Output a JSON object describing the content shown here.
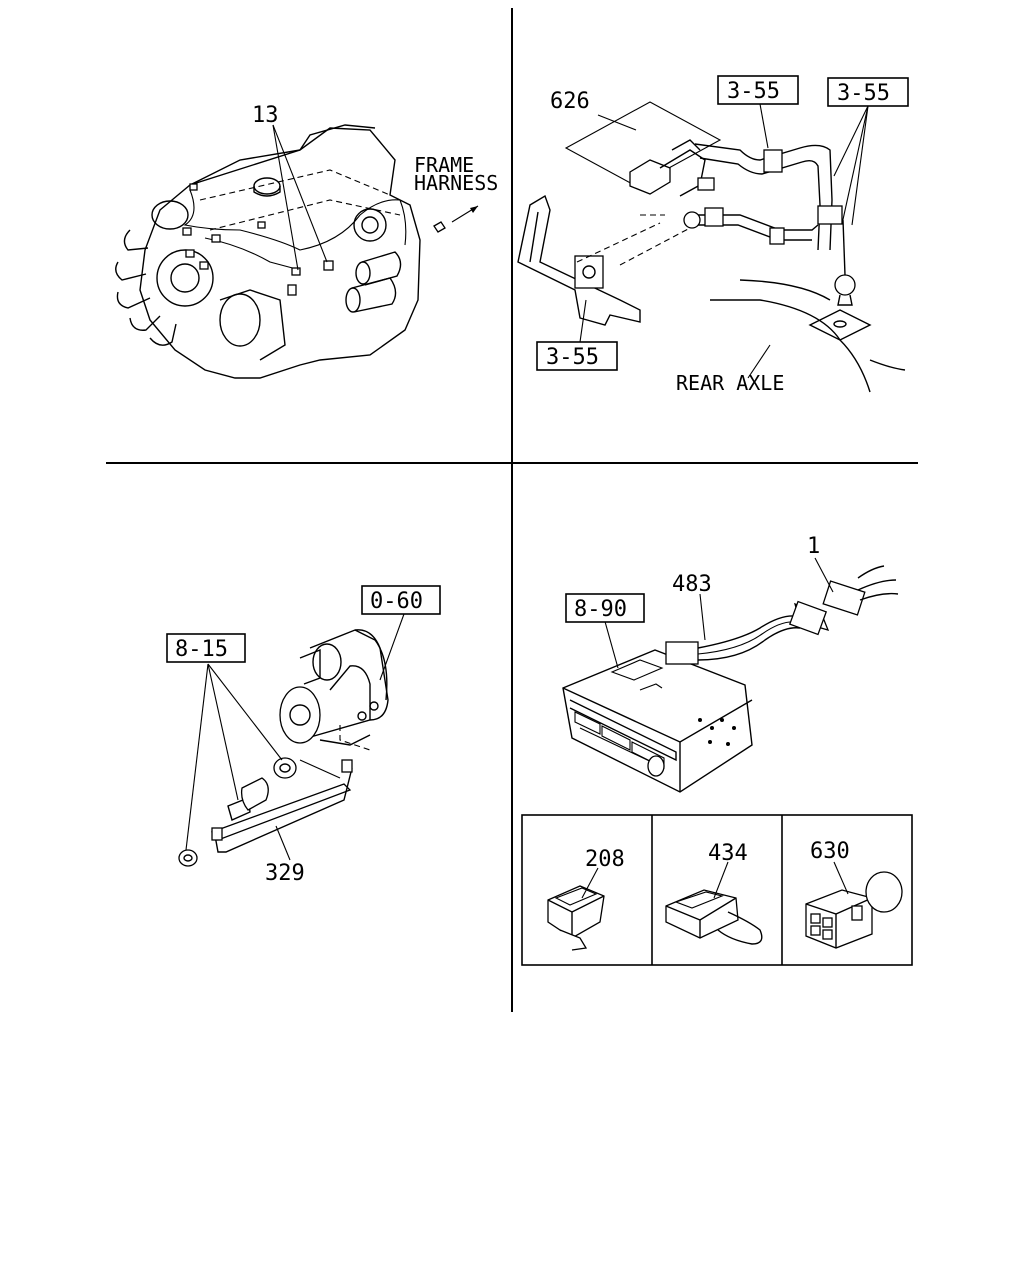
{
  "callouts": {
    "ref_13": "13",
    "ref_626": "626",
    "ref_329": "329",
    "ref_1": "1",
    "ref_483": "483",
    "ref_208": "208",
    "ref_434": "434",
    "ref_630": "630"
  },
  "boxed_refs": {
    "q2_box_a": "3-55",
    "q2_box_b": "3-55",
    "q2_box_c": "3-55",
    "q3_box_a": "0-60",
    "q3_box_b": "8-15",
    "q4_box_a": "8-90"
  },
  "annotations": {
    "frame_line1": "FRAME",
    "frame_line2": "HARNESS",
    "rear_axle": "REAR AXLE"
  }
}
